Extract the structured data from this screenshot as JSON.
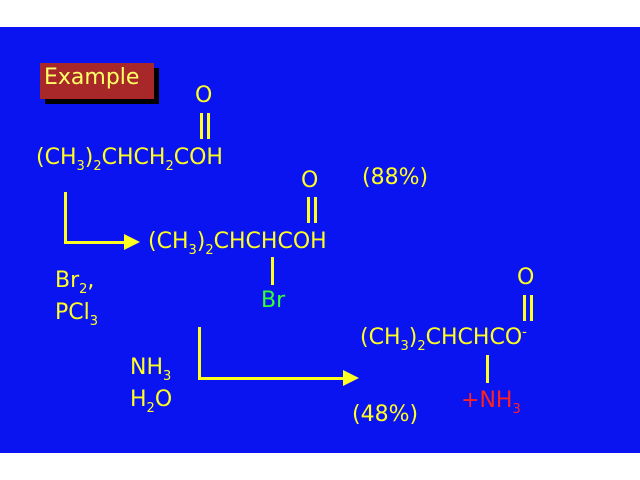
{
  "example_label": "Example",
  "reactant": {
    "carbonyl_o": "O",
    "formula_part1": "(CH",
    "sub1": "3",
    "formula_part2": ")",
    "sub2": "2",
    "formula_part3": "CHCH",
    "sub3": "2",
    "formula_part4": "COH"
  },
  "step1": {
    "reagent1": "Br",
    "reagent1_sub": "2",
    "reagent1_comma": ",",
    "reagent2": "PCl",
    "reagent2_sub": "3",
    "yield": "(88%)"
  },
  "intermediate": {
    "carbonyl_o": "O",
    "formula_part1": "(CH",
    "sub1": "3",
    "formula_part2": ")",
    "sub2": "2",
    "formula_part3": "CHCHCOH",
    "substituent": "Br"
  },
  "step2": {
    "reagent1": "NH",
    "reagent1_sub": "3",
    "reagent2_pre": "H",
    "reagent2_sub": "2",
    "reagent2_post": "O",
    "yield": "(48%)"
  },
  "product": {
    "carbonyl_o": "O",
    "formula_part1": "(CH",
    "sub1": "3",
    "formula_part2": ")",
    "sub2": "2",
    "formula_part3": "CHCHCO",
    "charge": "-",
    "substituent_plus": "+",
    "substituent_main": "NH",
    "substituent_sub": "3"
  },
  "colors": {
    "background": "#0a14f0",
    "text": "#ffff22",
    "bromine": "#33ff33",
    "ammonium": "#ff2222",
    "label_box": "#a8282a"
  }
}
